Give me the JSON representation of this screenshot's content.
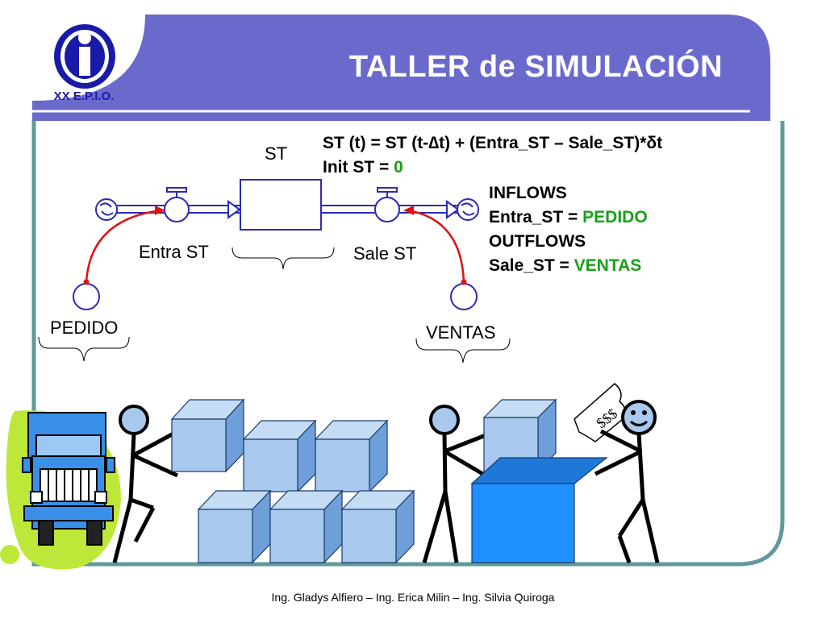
{
  "header": {
    "title": "TALLER de SIMULACIÓN",
    "logo_text": "XX E.P.I.O.",
    "logo_letter": "I"
  },
  "diagram": {
    "stock_label": "ST",
    "inflow_label": "Entra ST",
    "outflow_label": "Sale ST",
    "aux_left_label": "PEDIDO",
    "aux_right_label": "VENTAS"
  },
  "equations": {
    "line1": "ST (t) = ST (t-∆t) + (Entra_ST – Sale_ST)*δt",
    "line2_prefix": "Init ST = ",
    "line2_value": "0",
    "inflows_heading": "INFLOWS",
    "inflow_prefix": "Entra_ST = ",
    "inflow_value": "PEDIDO",
    "outflows_heading": "OUTFLOWS",
    "outflow_prefix": "Sale_ST = ",
    "outflow_value": "VENTAS"
  },
  "illustration": {
    "money_note": "$$$"
  },
  "footer": {
    "credits": "Ing. Gladys Alfiero – Ing. Erica Milin – Ing. Silvia Quiroga"
  },
  "colors": {
    "header_band": "#6a6acd",
    "frame_teal": "#5f9a98",
    "value_green": "#1aa01a",
    "connector_red": "#e01010",
    "diagram_blue": "#2a2ab8",
    "box_light": "#a8c8ee",
    "box_bright": "#1e90ff",
    "truck_blue": "#3a8fe8",
    "leaf_green": "#bde83a"
  }
}
